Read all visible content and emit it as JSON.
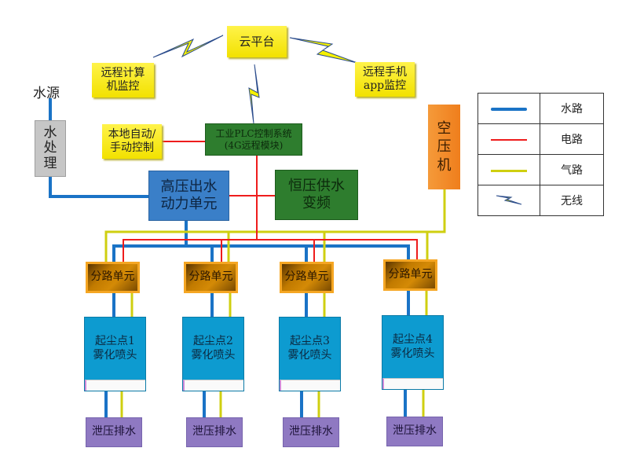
{
  "diagram": {
    "cloud_platform": "云平台",
    "remote_pc": [
      "远程计算",
      "机监控"
    ],
    "remote_app": [
      "远程手机",
      "app监控"
    ],
    "water_source": "水源",
    "water_treatment": [
      "水",
      "处",
      "理"
    ],
    "local_control": [
      "本地自动/",
      "手动控制"
    ],
    "plc": [
      "工业PLC控制系统",
      "(4G远程模块)"
    ],
    "air_compressor": [
      "空",
      "压",
      "机"
    ],
    "pump_unit": [
      "高压出水",
      "动力单元"
    ],
    "vfd": [
      "恒压供水",
      "变频"
    ],
    "branch_units": [
      "分路单元",
      "分路单元",
      "分路单元",
      "分路单元"
    ],
    "nozzles": [
      {
        "line1": "起尘点1",
        "line2": "雾化喷头"
      },
      {
        "line1": "起尘点2",
        "line2": "雾化喷头"
      },
      {
        "line1": "起尘点3",
        "line2": "雾化喷头"
      },
      {
        "line1": "起尘点4",
        "line2": "雾化喷头"
      }
    ],
    "drains": [
      "泄压排水",
      "泄压排水",
      "泄压排水",
      "泄压排水"
    ]
  },
  "legend": {
    "items": [
      {
        "label": "水路",
        "kind": "water",
        "color": "#1a73c6"
      },
      {
        "label": "电路",
        "kind": "electric",
        "color": "#ee1c1c"
      },
      {
        "label": "气路",
        "kind": "air",
        "color": "#cfcf10"
      },
      {
        "label": "无线",
        "kind": "wireless-icon",
        "color": "#f5f000"
      }
    ]
  },
  "colors": {
    "water": "#1a73c6",
    "electric": "#ee1c1c",
    "air": "#cfcf10",
    "wireless_fill": "#f5f000",
    "wireless_edge": "#2b4c8c"
  }
}
